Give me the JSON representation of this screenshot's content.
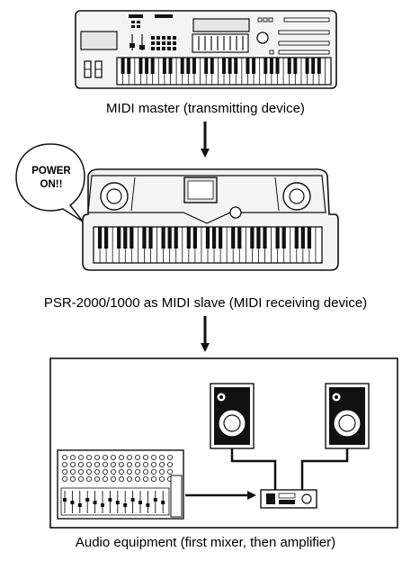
{
  "captions": {
    "master": "MIDI master (transmitting device)",
    "slave": "PSR-2000/1000 as MIDI slave (MIDI receiving device)",
    "audio": "Audio equipment (first mixer, then amplifier)"
  },
  "callout": {
    "line1": "POWER",
    "line2": "ON!!"
  },
  "colors": {
    "stroke": "#111111",
    "device_fill": "#f4f4f4",
    "screen_fill": "#e6e6e6",
    "background": "#ffffff"
  }
}
